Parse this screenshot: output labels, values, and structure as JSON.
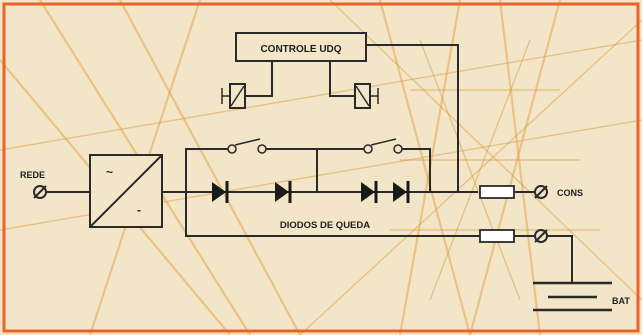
{
  "labels": {
    "controller": "CONTROLE UDQ",
    "grid": "REDE",
    "diodes": "DIODOS DE QUEDA",
    "consumer": "CONS",
    "battery": "BAT"
  },
  "icons": {
    "converter_ac": "~",
    "converter_dc": "-"
  },
  "colors": {
    "background": "#f3e6c8",
    "border": "#e8642a",
    "line": "#2a2a2a",
    "fuse_fill": "#ffffff",
    "tower_lines": "#e2a44c"
  }
}
